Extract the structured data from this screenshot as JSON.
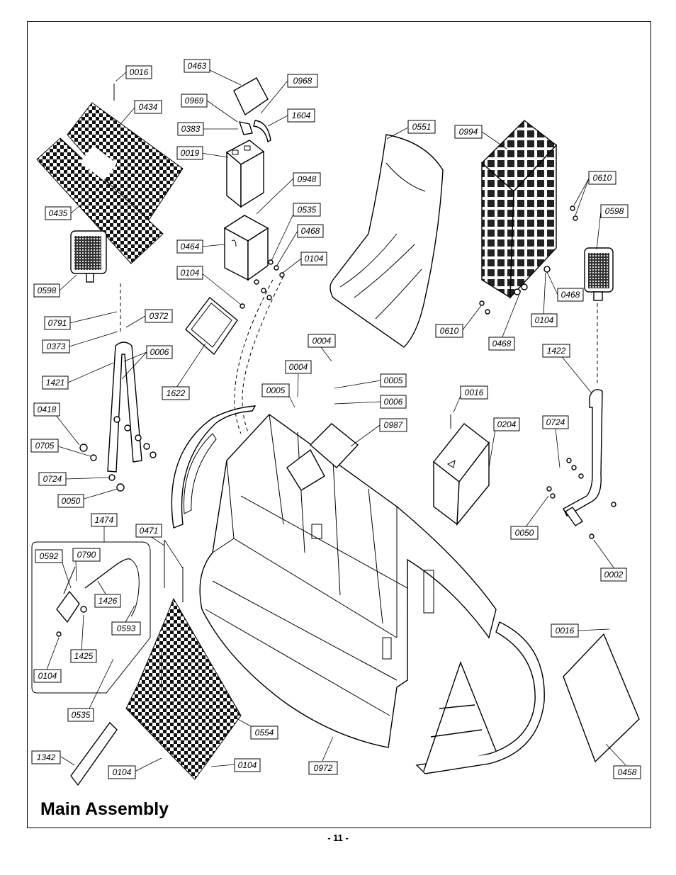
{
  "title": "Main Assembly",
  "page_number": "- 11 -",
  "part_labels": [
    "0016",
    "0463",
    "0968",
    "0969",
    "1604",
    "0434",
    "0383",
    "0551",
    "0994",
    "0019",
    "0948",
    "0610",
    "0598",
    "0535",
    "0435",
    "0468",
    "0464",
    "0104",
    "0791",
    "0372",
    "0373",
    "0006",
    "0004",
    "0005",
    "0987",
    "1421",
    "1622",
    "0418",
    "0705",
    "0724",
    "0050",
    "0204",
    "1422",
    "0002",
    "1474",
    "0471",
    "0592",
    "0790",
    "1426",
    "0593",
    "1425",
    "0554",
    "1342",
    "0972",
    "0458"
  ],
  "colors": {
    "ink": "#000000",
    "paper": "#ffffff"
  }
}
